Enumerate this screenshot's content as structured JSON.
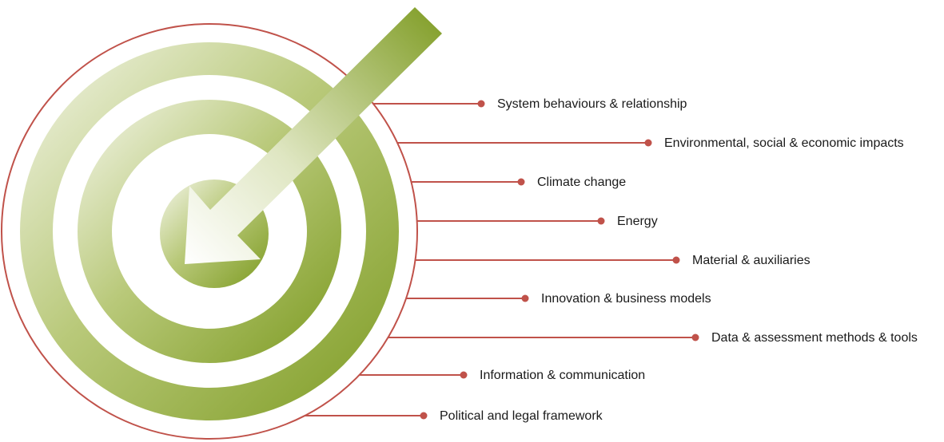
{
  "colors": {
    "outline": "#c0524a",
    "ring_dark": "#86a12c",
    "ring_light": "#f2f4e6",
    "text": "#1a1a1a"
  },
  "labels": [
    "System behaviours & relationship",
    "Environmental, social & economic impacts",
    "Climate change",
    "Energy",
    "Material & auxiliaries",
    "Innovation & business models",
    "Data & assessment methods & tools",
    "Information & communication",
    "Political and legal framework"
  ]
}
